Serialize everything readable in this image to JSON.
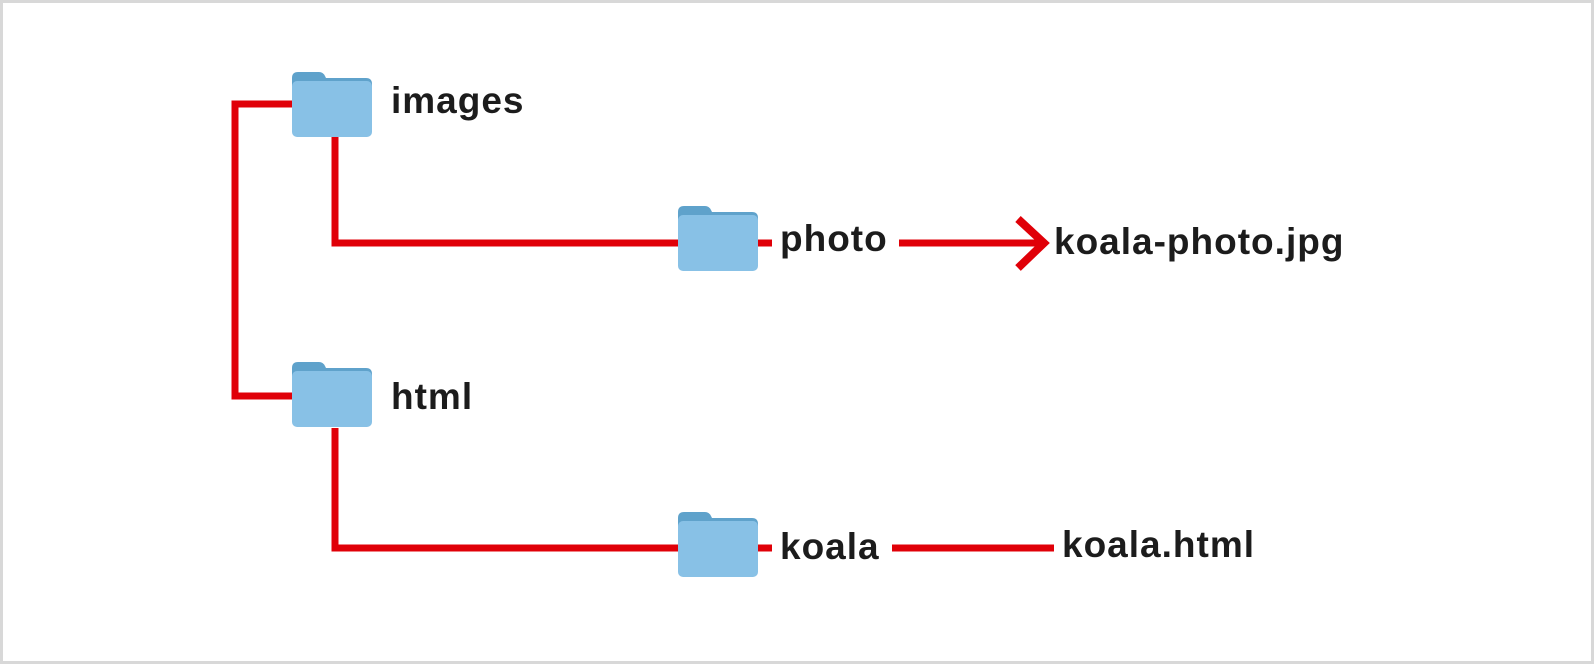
{
  "diagram": {
    "line_color": "#e00008",
    "folder_color": "#88c1e6",
    "folder_tab_color": "#5fa2cb",
    "folders": [
      {
        "name": "images"
      },
      {
        "name": "photo"
      },
      {
        "name": "html"
      },
      {
        "name": "koala"
      }
    ],
    "files": [
      {
        "name": "koala-photo.jpg"
      },
      {
        "name": "koala.html"
      }
    ]
  }
}
